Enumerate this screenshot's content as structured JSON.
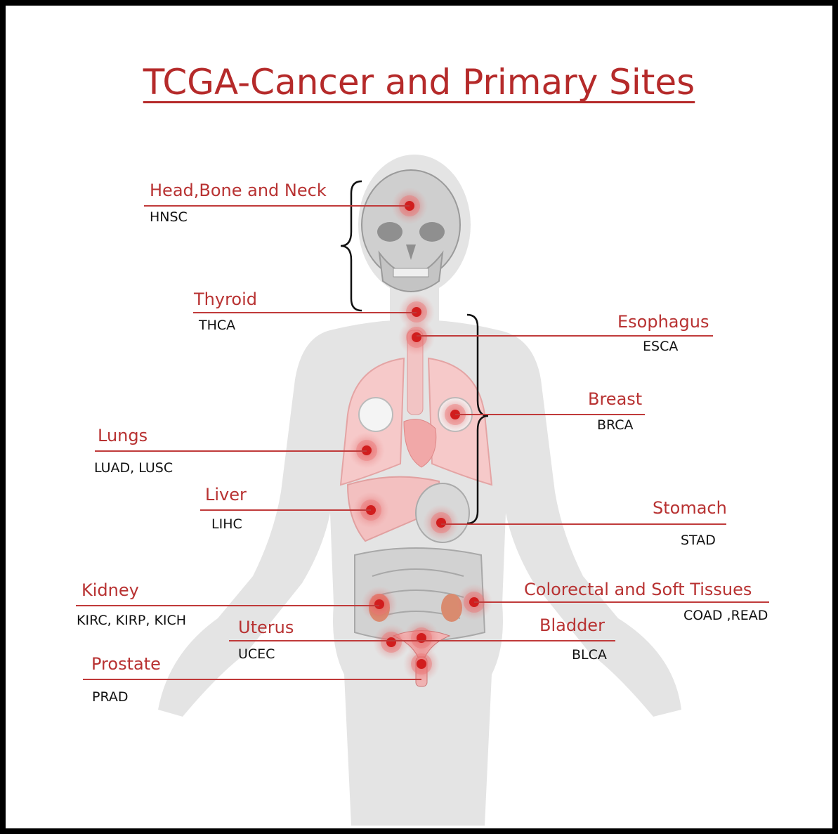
{
  "title": "TCGA-Cancer and Primary Sites",
  "colors": {
    "accent": "#b83232",
    "marker": "#d11d1d",
    "body": "#e3e3e3"
  },
  "sites": [
    {
      "name": "Head,Bone and Neck",
      "code": "HNSC"
    },
    {
      "name": "Thyroid",
      "code": "THCA"
    },
    {
      "name": "Esophagus",
      "code": "ESCA"
    },
    {
      "name": "Breast",
      "code": "BRCA"
    },
    {
      "name": "Lungs",
      "code": "LUAD, LUSC"
    },
    {
      "name": "Liver",
      "code": "LIHC"
    },
    {
      "name": "Stomach",
      "code": "STAD"
    },
    {
      "name": "Kidney",
      "code": "KIRC, KIRP, KICH"
    },
    {
      "name": "Colorectal and Soft Tissues",
      "code": "COAD ,READ"
    },
    {
      "name": "Uterus",
      "code": "UCEC"
    },
    {
      "name": "Bladder",
      "code": "BLCA"
    },
    {
      "name": "Prostate",
      "code": "PRAD"
    }
  ]
}
